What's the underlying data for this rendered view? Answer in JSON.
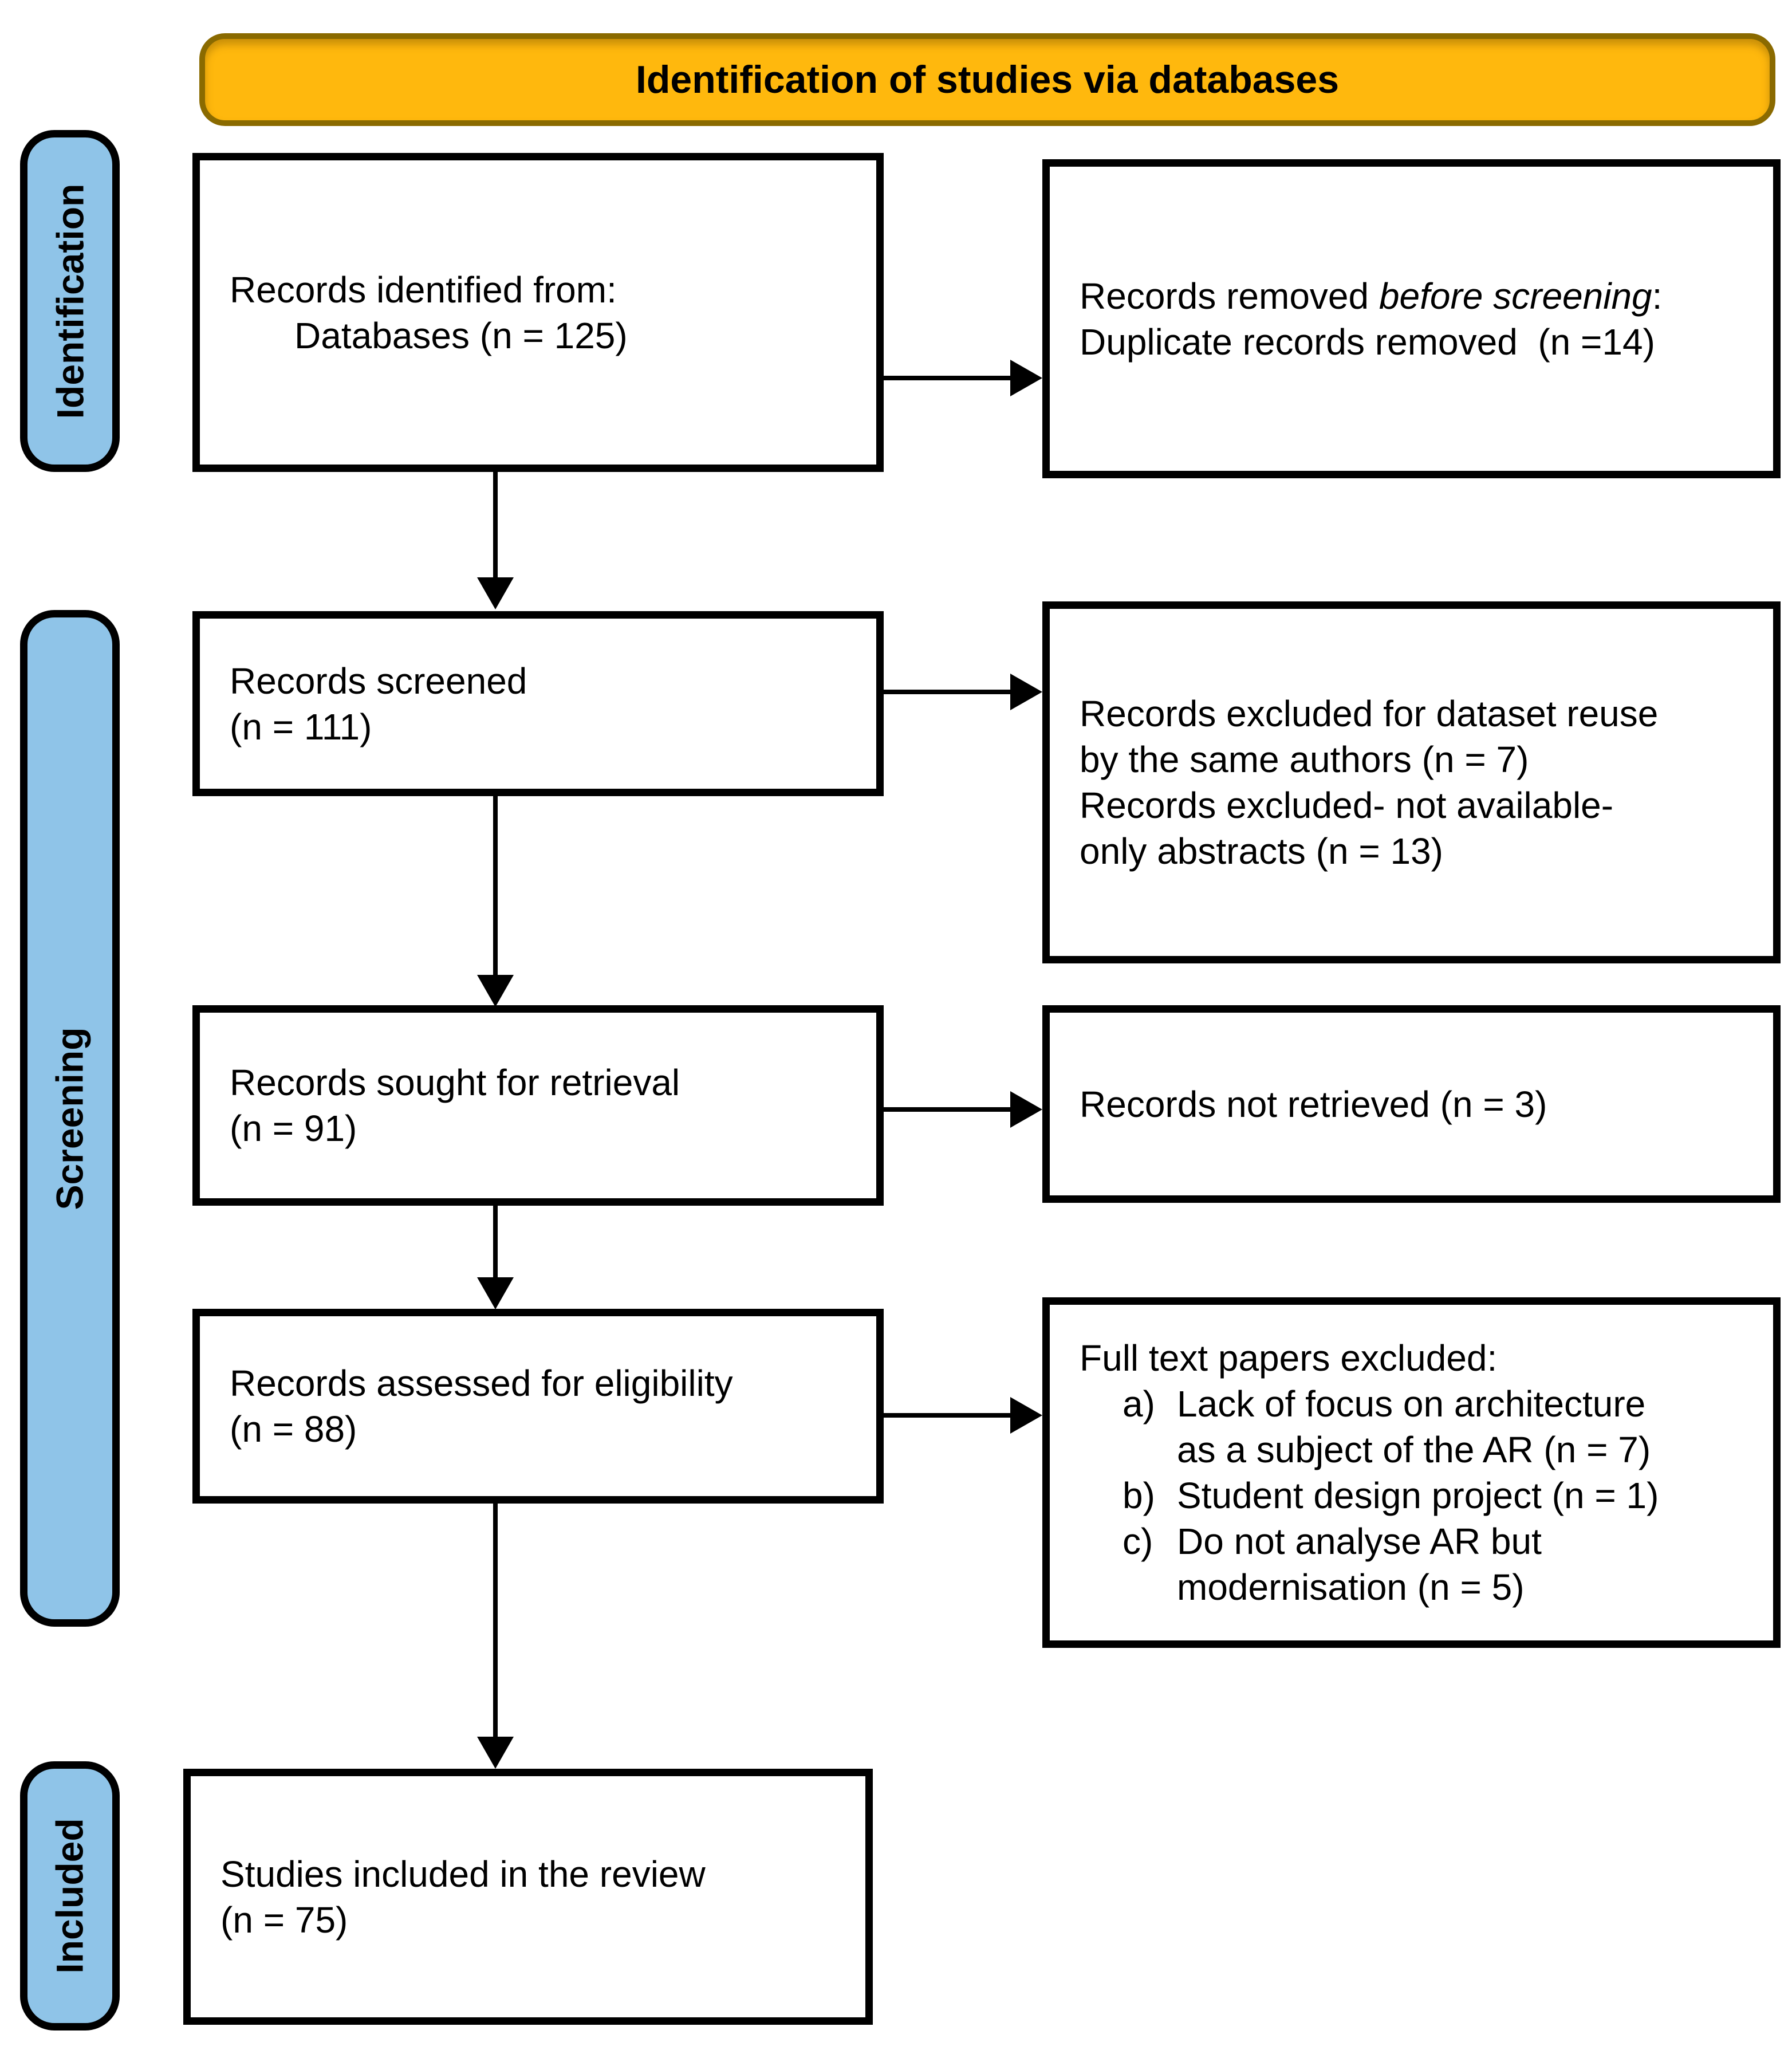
{
  "banner": {
    "title": "Identification of studies via databases"
  },
  "stages": [
    {
      "label": "Identification"
    },
    {
      "label": "Screening"
    },
    {
      "label": "Included"
    }
  ],
  "boxes": {
    "identified": {
      "line1": "Records identified from:",
      "line2": "Databases (n = 125)"
    },
    "removed": {
      "line1_prefix": "Records removed ",
      "line1_italic": "before screening",
      "line1_suffix": ":",
      "line2": "Duplicate records removed  (n =14)"
    },
    "screened": {
      "line1": "Records screened",
      "line2": "(n = 111)"
    },
    "excluded_screening": {
      "entry1": "Records excluded for dataset reuse by the same authors (n = 7)",
      "entry2": "Records excluded- not available- only abstracts (n = 13)"
    },
    "sought": {
      "line1": "Records sought for retrieval",
      "line2": "(n = 91)"
    },
    "not_retrieved": {
      "line1": "Records not retrieved (n = 3)"
    },
    "assessed": {
      "line1": "Records assessed for eligibility",
      "line2": "(n = 88)"
    },
    "fulltext_excluded": {
      "title": "Full text papers excluded:",
      "items": [
        {
          "marker": "a)",
          "text": "Lack of focus on architecture as a subject of the AR (n = 7)"
        },
        {
          "marker": "b)",
          "text": "Student design project (n = 1)"
        },
        {
          "marker": "c)",
          "text": "Do not analyse AR but modernisation (n = 5)"
        }
      ]
    },
    "included": {
      "line1": "Studies included in the review",
      "line2": "(n = 75)"
    }
  },
  "colors": {
    "banner_bg": "#FFB80D",
    "banner_border": "#8A6A00",
    "stage_bg": "#8FC4E8",
    "box_border": "#000000",
    "line": "#000000"
  }
}
